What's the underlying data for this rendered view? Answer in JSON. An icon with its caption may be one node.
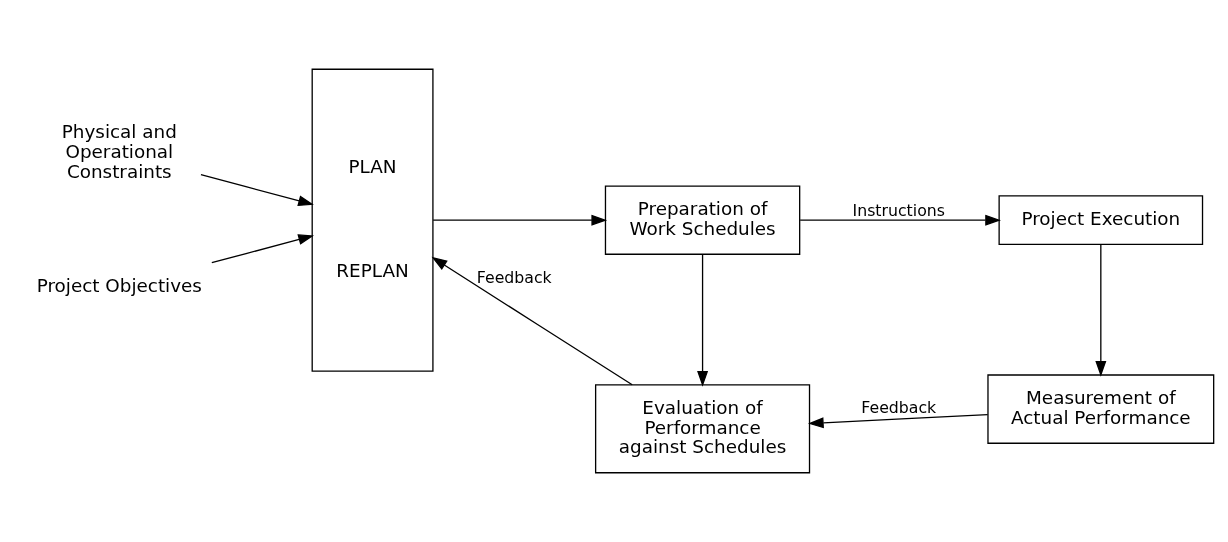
{
  "diagram": {
    "nodes": [
      {
        "text": [
          "Physical and Operational Constraints"
        ]
      },
      {
        "text": [
          "PLAN",
          "REPLAN"
        ]
      },
      {
        "text": [
          "Project Objectives"
        ]
      },
      {
        "text": [
          "Preparation of Work Schedules"
        ]
      },
      {
        "text": [
          "Project Execution"
        ]
      },
      {
        "text": [
          "Evaluation of Performance against Schedules"
        ]
      },
      {
        "text": [
          "Measurement of Actual Performance"
        ]
      }
    ],
    "edges": [
      {
        "from": 0,
        "to": 1,
        "arrow": "to"
      },
      {
        "from": 2,
        "to": 1,
        "arrow": "to"
      },
      {
        "from": 1,
        "to": 3,
        "arrow": "to"
      },
      {
        "from": 3,
        "to": 4,
        "arrow": "to",
        "label": "Instructions"
      },
      {
        "from": 3,
        "to": 5,
        "arrow": "to"
      },
      {
        "from": 4,
        "to": 6,
        "arrow": "to"
      },
      {
        "from": 6,
        "to": 5,
        "arrow": "to",
        "label": "Feedback"
      },
      {
        "from": 5,
        "to": 1,
        "arrow": "to",
        "label": "Feedback"
      }
    ]
  }
}
